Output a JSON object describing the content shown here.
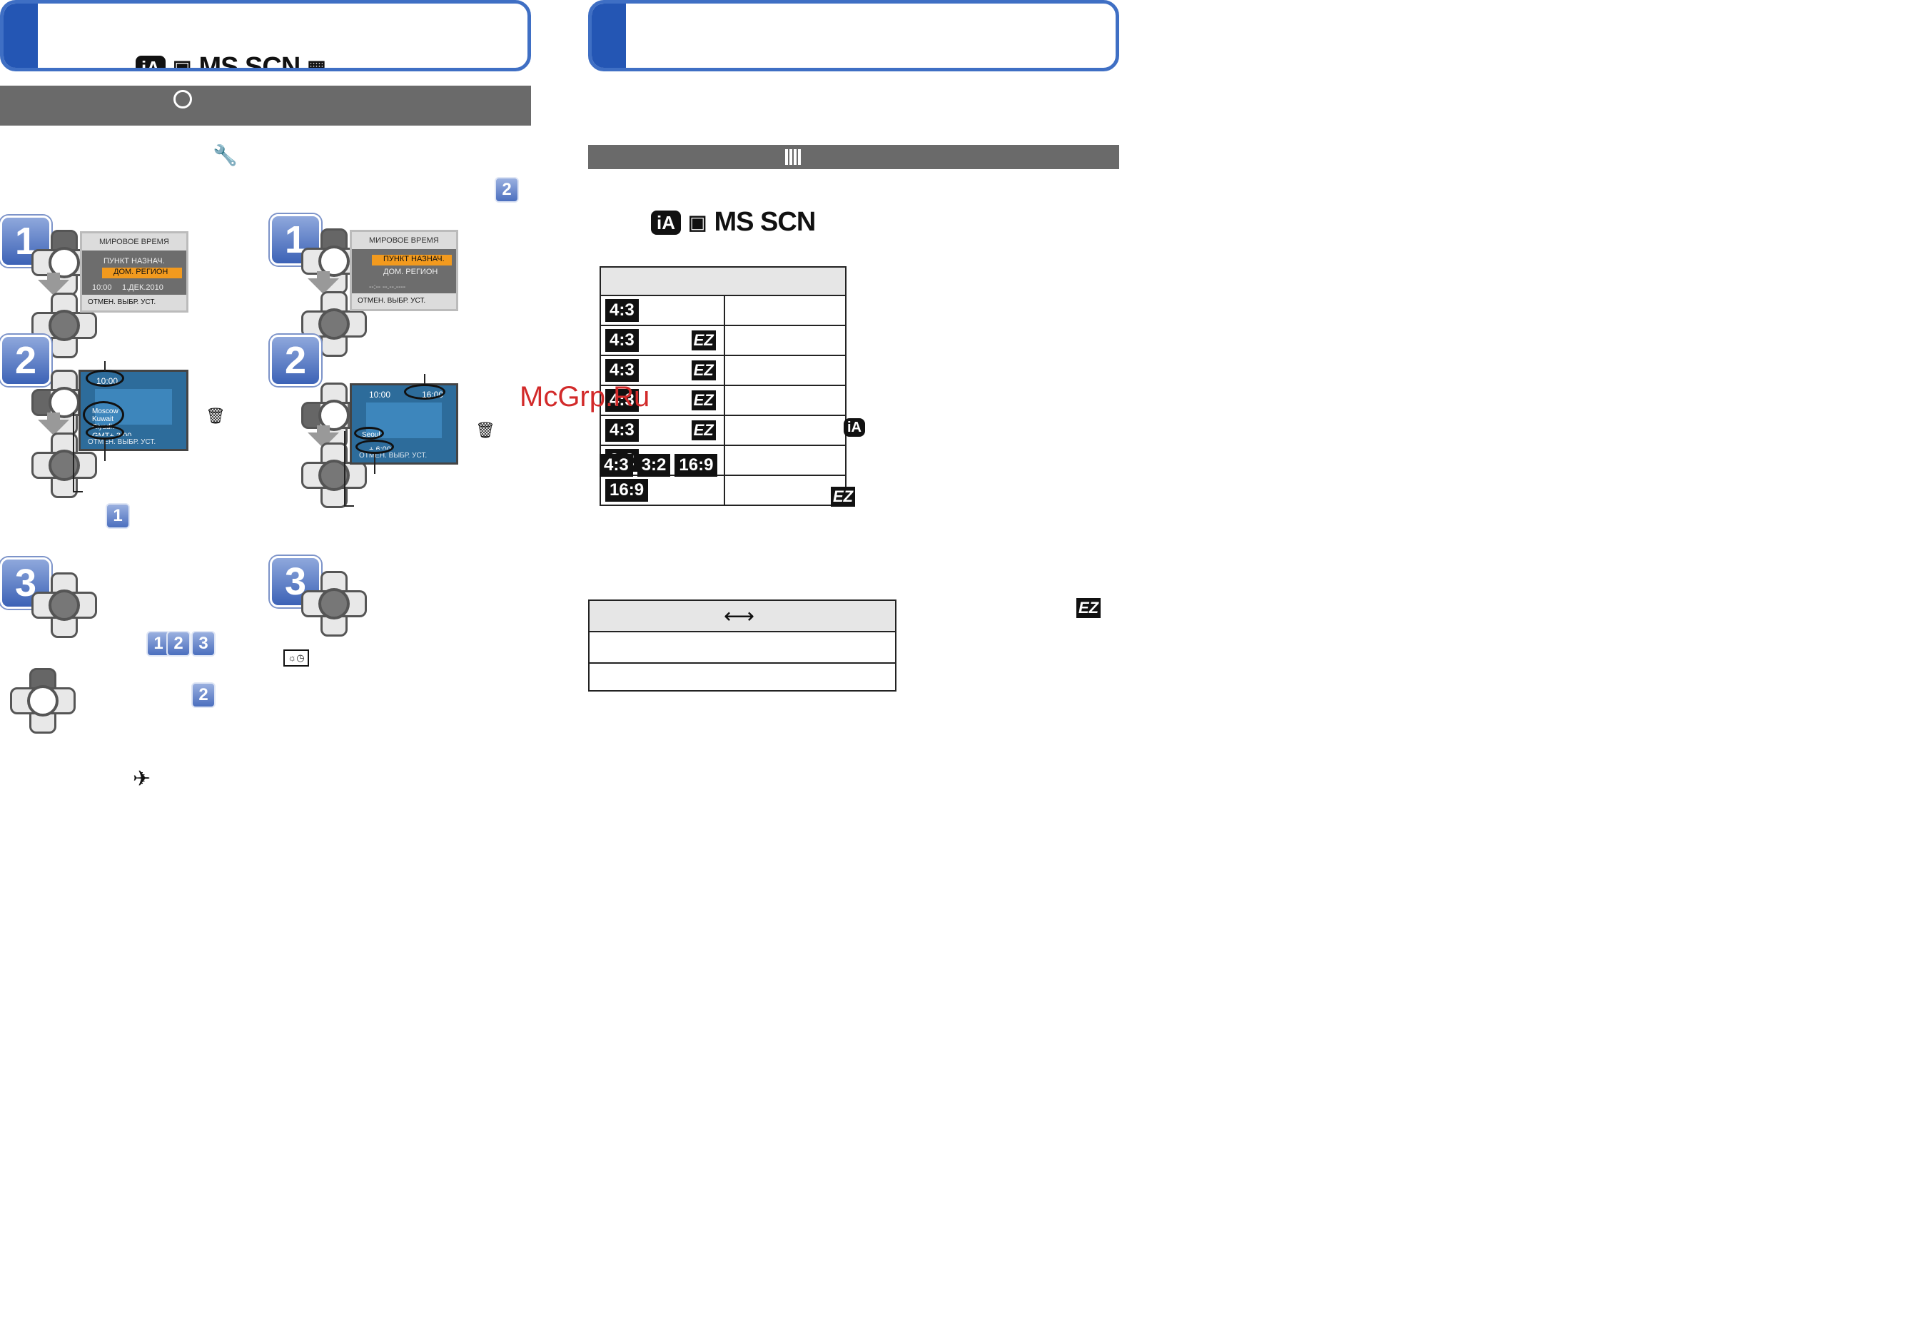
{
  "left_header": {
    "mode_icons": [
      "iA",
      "camera",
      "MS",
      "SCN",
      "film"
    ],
    "mode_text": "MS SCN"
  },
  "icons": {
    "world_time": "world-clock-icon",
    "wrench": "wrench-icon",
    "trash": "trash-icon",
    "airplane": "airplane-icon",
    "brightness_clock": "brightness-clock-icon",
    "image_size": "image-size-icon",
    "double_arrow": "double-arrow-icon"
  },
  "steps": {
    "one": "1",
    "two": "2",
    "three": "3"
  },
  "menu_screen_home": {
    "title": "МИРОВОЕ ВРЕМЯ",
    "row1": "ПУНКТ НАЗНАЧ.",
    "row2": "ДОМ. РЕГИОН",
    "time": "10:00",
    "date": "1.ДЕК.2010",
    "bottom": "ОТМЕН. ВЫБР. УСТ.",
    "btn_cancel": "ОТМЕН.",
    "btn_select": "ВЫБР.",
    "btn_set": "УСТ."
  },
  "menu_screen_dest": {
    "title": "МИРОВОЕ ВРЕМЯ",
    "row1": "ПУНКТ НАЗНАЧ.",
    "row2": "ДОМ. РЕГИОН",
    "placeholder": "--:--  --.--.----",
    "btn_cancel": "ОТМЕН.",
    "btn_select": "ВЫБР.",
    "btn_set": "УСТ."
  },
  "map_home": {
    "time": "10:00",
    "cities": [
      "Moscow",
      "Kuwait",
      "Riyadh"
    ],
    "gmt": "GMT+ 3:00",
    "btn_cancel": "ОТМЕН.",
    "btn_select": "ВЫБР.",
    "btn_set": "УСТ."
  },
  "map_dest": {
    "home_time": "10:00",
    "dest_time": "16:00",
    "city": "Seoul",
    "offset": "+ 6:00",
    "btn_cancel": "ОТМЕН.",
    "btn_select": "ВЫБР.",
    "btn_set": "УСТ."
  },
  "right": {
    "mode_text": "MS SCN",
    "table_rows": [
      {
        "ratio": "4:3",
        "ez": false
      },
      {
        "ratio": "4:3",
        "ez": true
      },
      {
        "ratio": "4:3",
        "ez": true
      },
      {
        "ratio": "4:3",
        "ez": true
      },
      {
        "ratio": "4:3",
        "ez": true
      },
      {
        "ratio": "3:2",
        "ez": false
      },
      {
        "ratio": "16:9",
        "ez": false
      }
    ],
    "ratio_chips": [
      "4:3",
      "3:2",
      "16:9"
    ],
    "ez_label": "EZ"
  },
  "watermark": "McGrp.Ru",
  "colors": {
    "header_border": "#3f6fc4",
    "header_stripe": "#2456b4",
    "gray_bar": "#6a6a6a",
    "menu_highlight": "#f29a1e",
    "map_blue": "#2d6c9b"
  }
}
